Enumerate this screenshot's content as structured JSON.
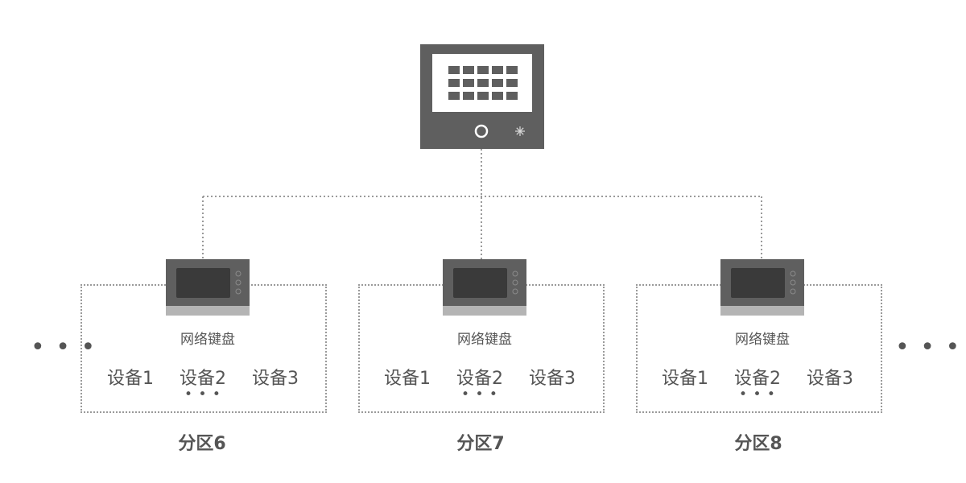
{
  "colors": {
    "device_body": "#5f5f5f",
    "device_dark": "#3a3a3a",
    "device_light": "#b4b4b4",
    "screen": "#ffffff",
    "key": "#5f5f5f",
    "line": "#9a9a9a",
    "text": "#555555"
  },
  "host": {
    "icon": "control-panel-icon"
  },
  "left_ellipsis": "• • •",
  "right_ellipsis": "• • •",
  "zones": [
    {
      "zone_label": "分区6",
      "keyboard_label": "网络键盘",
      "devices": [
        "设备1",
        "设备2",
        "设备3"
      ],
      "more": "• • •"
    },
    {
      "zone_label": "分区7",
      "keyboard_label": "网络键盘",
      "devices": [
        "设备1",
        "设备2",
        "设备3"
      ],
      "more": "• • •"
    },
    {
      "zone_label": "分区8",
      "keyboard_label": "网络键盘",
      "devices": [
        "设备1",
        "设备2",
        "设备3"
      ],
      "more": "• • •"
    }
  ]
}
